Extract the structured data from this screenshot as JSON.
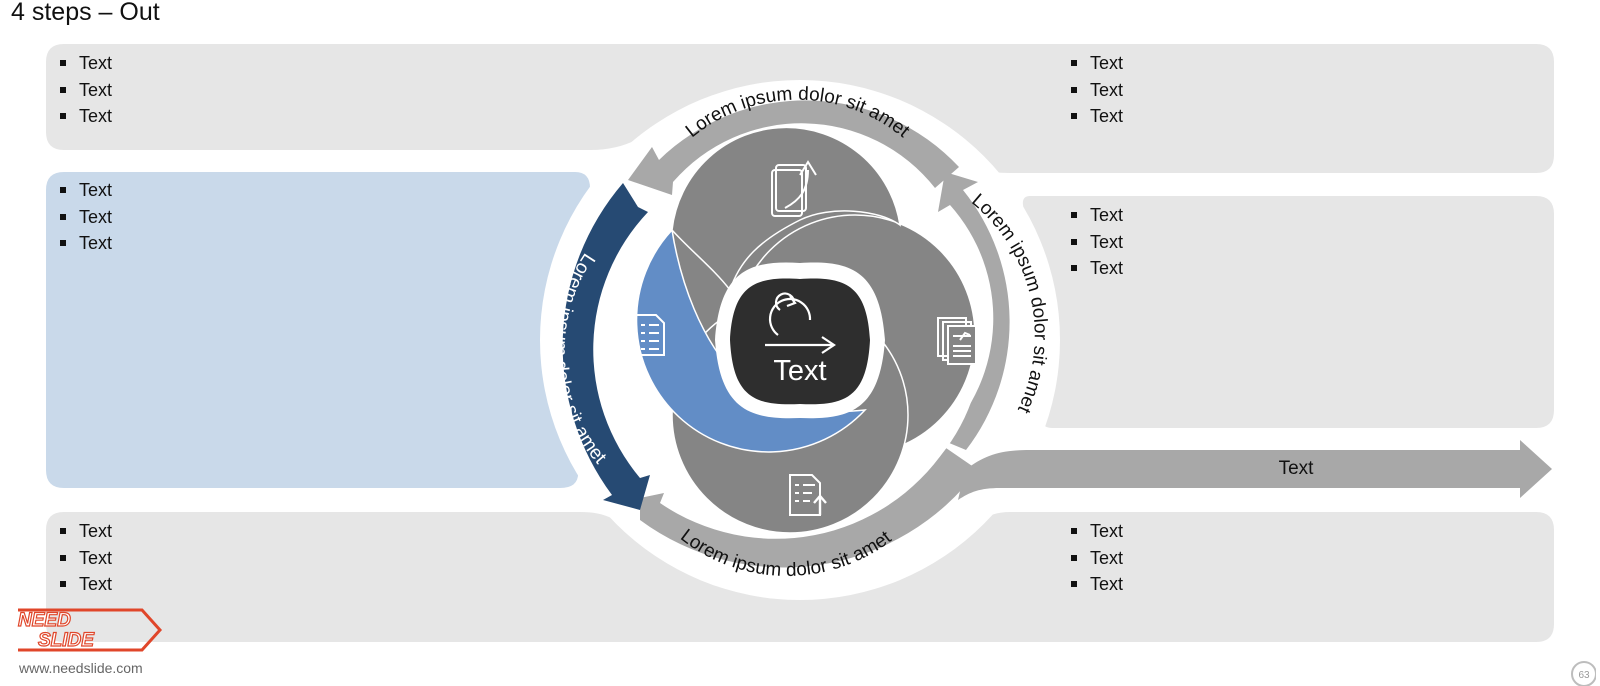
{
  "title": "4 steps – Out",
  "colors": {
    "panel_gray": "#e6e6e6",
    "panel_blue": "#c9d9ea",
    "arrow_gray": "#a8a8a8",
    "arrow_navy": "#264a73",
    "ring_gray": "#858585",
    "ring_blue": "#628dc6",
    "center_dark": "#2e2e2e"
  },
  "panels": {
    "top_left": [
      "Text",
      "Text",
      "Text"
    ],
    "top_right": [
      "Text",
      "Text",
      "Text"
    ],
    "middle_left": [
      "Text",
      "Text",
      "Text"
    ],
    "middle_right": [
      "Text",
      "Text",
      "Text"
    ],
    "bottom_left": [
      "Text",
      "Text",
      "Text"
    ],
    "bottom_right": [
      "Text",
      "Text",
      "Text"
    ]
  },
  "cycle": {
    "top_arrow_label": "Lorem ipsum dolor sit amet",
    "right_arrow_label": "Lorem ipsum dolor sit amet",
    "bottom_arrow_label": "Lorem ipsum dolor sit amet",
    "left_arrow_label": "Lorem ipsum dolor sit amet",
    "center_label": "Text",
    "out_arrow_label": "Text"
  },
  "icons": [
    "document-arrow-icon",
    "report-chart-icon",
    "checklist-upload-icon",
    "checklist-icon",
    "cycle-icon"
  ],
  "footer": {
    "logo_line1": "NEED",
    "logo_line2": "SLIDE",
    "website": "www.needslide.com",
    "page_number": "63"
  }
}
